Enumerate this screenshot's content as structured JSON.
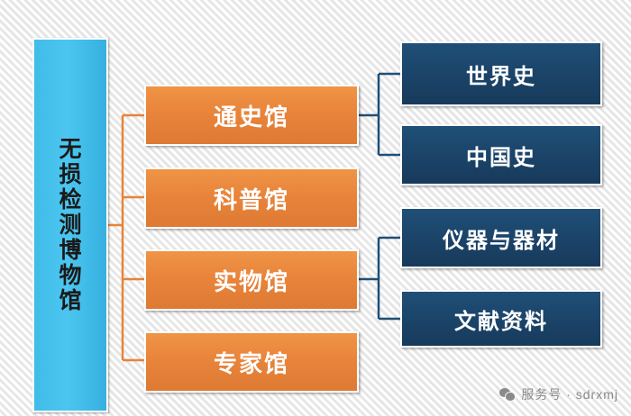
{
  "diagram": {
    "type": "org-tree",
    "root": {
      "id": "root",
      "label": "无损检测博物馆",
      "color": "#3fbce8"
    },
    "level2": [
      {
        "id": "n-tongshi",
        "label": "通史馆",
        "color": "#e8833a"
      },
      {
        "id": "n-kepu",
        "label": "科普馆",
        "color": "#e8833a"
      },
      {
        "id": "n-shiwu",
        "label": "实物馆",
        "color": "#e8833a"
      },
      {
        "id": "n-zhuanjia",
        "label": "专家馆",
        "color": "#e8833a"
      }
    ],
    "level3": [
      {
        "id": "n-shijieshi",
        "label": "世界史",
        "color": "#1b4368",
        "parent": "n-tongshi"
      },
      {
        "id": "n-zhongguoshi",
        "label": "中国史",
        "color": "#1b4368",
        "parent": "n-tongshi"
      },
      {
        "id": "n-yiqi",
        "label": "仪器与器材",
        "color": "#1b4368",
        "parent": "n-shiwu"
      },
      {
        "id": "n-wenxian",
        "label": "文献资料",
        "color": "#1b4368",
        "parent": "n-shiwu"
      }
    ]
  },
  "watermark": {
    "icon": "wechat-icon",
    "text": "服务号 · sdrxmj"
  }
}
